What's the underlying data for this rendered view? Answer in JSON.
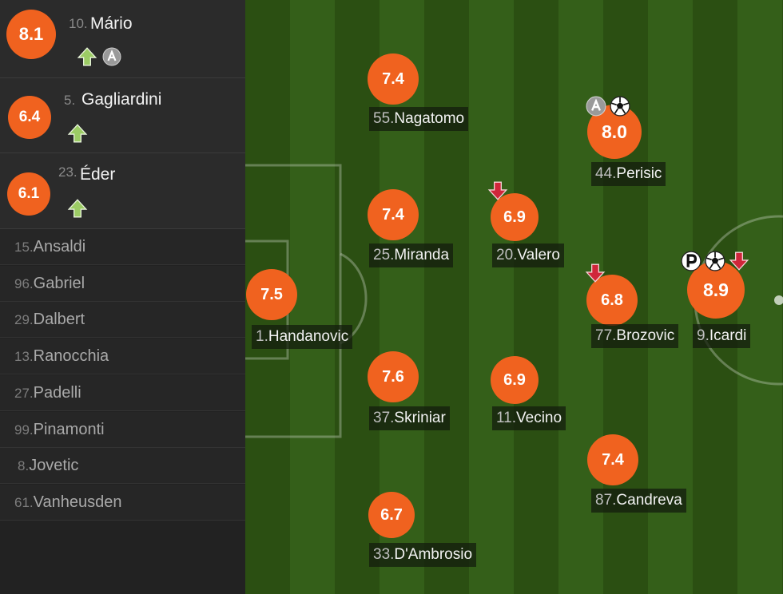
{
  "substitutes": [
    {
      "number": "10.",
      "name": "Mário",
      "rating": "8.1",
      "icons": [
        "sub-in-arrow-icon",
        "assist-icon"
      ]
    },
    {
      "number": "5.",
      "name": "Gagliardini",
      "rating": "6.4",
      "icons": [
        "sub-in-arrow-icon"
      ]
    },
    {
      "number": "23.",
      "name": "Éder",
      "rating": "6.1",
      "icons": [
        "sub-in-arrow-icon"
      ]
    }
  ],
  "bench": [
    {
      "number": "15.",
      "name": "Ansaldi"
    },
    {
      "number": "96.",
      "name": "Gabriel"
    },
    {
      "number": "29.",
      "name": "Dalbert"
    },
    {
      "number": "13.",
      "name": "Ranocchia"
    },
    {
      "number": "27.",
      "name": "Padelli"
    },
    {
      "number": "99.",
      "name": "Pinamonti"
    },
    {
      "number": "8.",
      "name": "Jovetic"
    },
    {
      "number": "61.",
      "name": "Vanheusden"
    }
  ],
  "lineup": [
    {
      "number": "1.",
      "name": "Handanovic",
      "rating": "7.5",
      "icons": []
    },
    {
      "number": "55.",
      "name": "Nagatomo",
      "rating": "7.4",
      "icons": []
    },
    {
      "number": "25.",
      "name": "Miranda",
      "rating": "7.4",
      "icons": []
    },
    {
      "number": "37.",
      "name": "Skriniar",
      "rating": "7.6",
      "icons": []
    },
    {
      "number": "33.",
      "name": "D'Ambrosio",
      "rating": "6.7",
      "icons": []
    },
    {
      "number": "20.",
      "name": "Valero",
      "rating": "6.9",
      "icons": [
        "sub-out-arrow-icon"
      ]
    },
    {
      "number": "11.",
      "name": "Vecino",
      "rating": "6.9",
      "icons": []
    },
    {
      "number": "44.",
      "name": "Perisic",
      "rating": "8.0",
      "icons": [
        "assist-icon",
        "goal-ball-icon"
      ]
    },
    {
      "number": "77.",
      "name": "Brozovic",
      "rating": "6.8",
      "icons": [
        "sub-out-arrow-icon"
      ]
    },
    {
      "number": "87.",
      "name": "Candreva",
      "rating": "7.4",
      "icons": []
    },
    {
      "number": "9.",
      "name": "Icardi",
      "rating": "8.9",
      "icons": [
        "penalty-goal-icon",
        "goal-ball-icon",
        "sub-out-arrow-icon"
      ]
    }
  ],
  "colors": {
    "rating_bubble": "#f0621f",
    "sub_in_arrow": "#9ccc65",
    "sub_out_arrow": "#d0263a",
    "pitch_stripe_dark": "#2b4f12",
    "pitch_stripe_light": "#345f19"
  }
}
